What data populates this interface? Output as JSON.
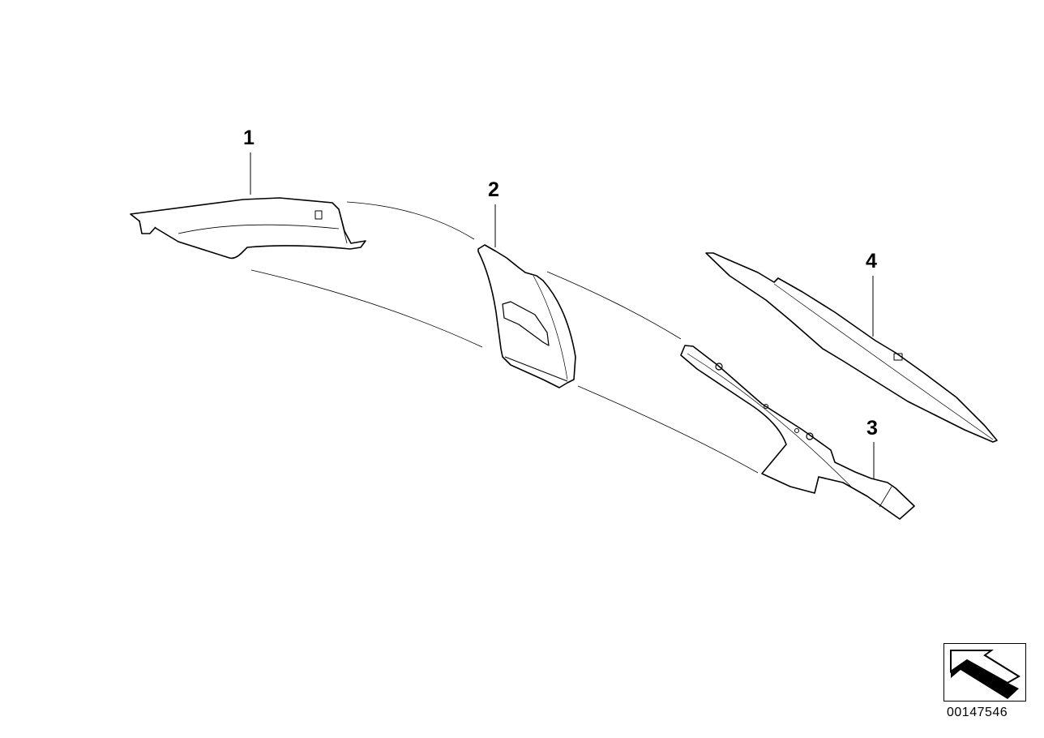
{
  "diagram": {
    "type": "exploded parts diagram",
    "background": "#ffffff",
    "line_color": "#000000",
    "parts": [
      {
        "callout": "1",
        "description": "upper trim panel (left, curved)"
      },
      {
        "callout": "2",
        "description": "pillar trim panel with recessed grip"
      },
      {
        "callout": "3",
        "description": "lower strip trim with mounting clips"
      },
      {
        "callout": "4",
        "description": "long upper strip trim"
      }
    ],
    "navigation_icon": "orientation-arrow-icon",
    "drawing_number": "00147546"
  }
}
